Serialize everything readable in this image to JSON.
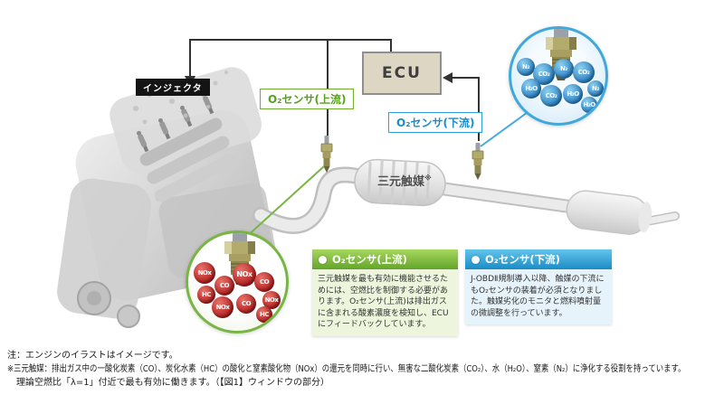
{
  "diagram": {
    "ecu_label": "ECU",
    "injector_label": "インジェクタ",
    "catalyst_label": "三元触媒",
    "note_mark": "※",
    "upstream_tag": "O₂センサ(上流)",
    "downstream_tag": "O₂センサ(下流)"
  },
  "callouts": {
    "upstream_molecules": [
      "NOx",
      "CO",
      "NOx",
      "CO",
      "NOx",
      "HC",
      "NOx",
      "CO",
      "HC"
    ],
    "downstream_molecules": [
      "N₂",
      "CO₂",
      "N₂",
      "CO₂",
      "N₂",
      "H₂O",
      "CO₂",
      "H₂O",
      "H₂O"
    ]
  },
  "info_boxes": {
    "upstream": {
      "title": "O₂センサ(上流)",
      "body": "三元触媒を最も有効に機能させるためには、空燃比を制御する必要があります。O₂センサ(上流)は排出ガスに含まれる酸素濃度を検知し、ECUにフィードバックしています。"
    },
    "downstream": {
      "title": "O₂センサ(下流)",
      "body": "J-OBDⅡ規制導入以降、触媒の下流にもO₂センサの装着が必須となりました。触媒劣化のモニタと燃料噴射量の微調整を行っています。"
    }
  },
  "footnotes": {
    "line1": "注：エンジンのイラストはイメージです。",
    "line2": "※三元触媒：排出ガス中の一酸化炭素（CO）、炭化水素（HC）の酸化と窒素酸化物（NOx）の還元を同時に行い、無害な二酸化炭素（CO₂）、水（H₂O）、窒素（N₂）に浄化する役割を持っています。",
    "line3": "　理論空燃比「λ=1」付近で最も有効に働きます。（【図1】ウィンドウの部分）"
  },
  "colors": {
    "green": "#6fae2f",
    "blue": "#2b9fd6",
    "red_molecule": "#b01e1e",
    "blue_molecule": "#1f76bb"
  }
}
